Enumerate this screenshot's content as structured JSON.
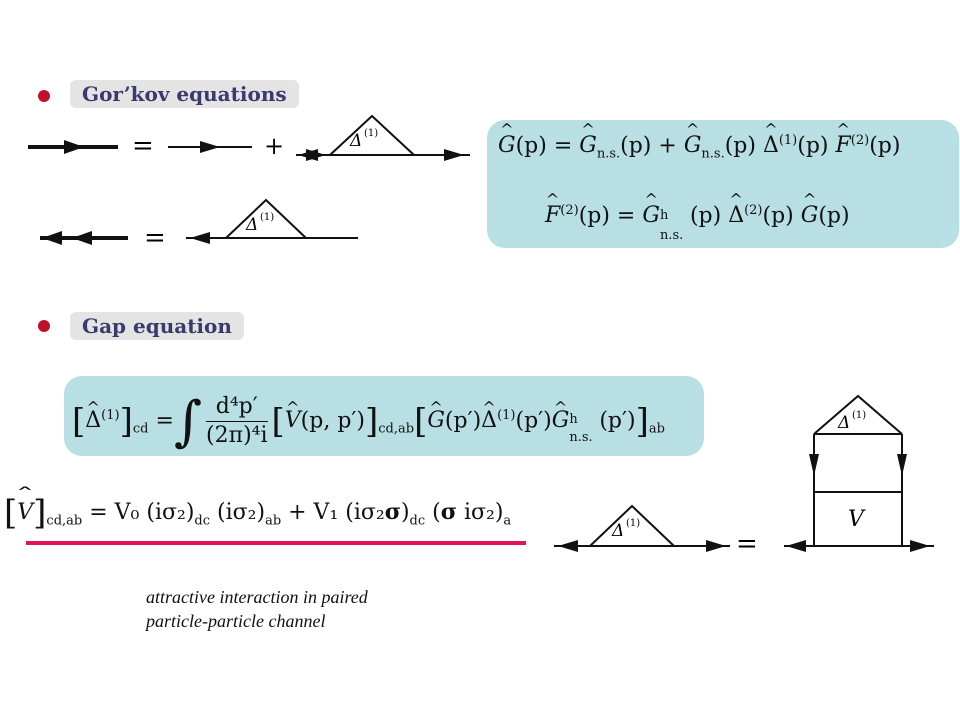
{
  "sections": {
    "gorkov": {
      "title": "Gor’kov equations"
    },
    "gap": {
      "title": "Gap equation"
    }
  },
  "gorkov_equations": {
    "eq1": {
      "G": "G",
      "p": "(p)",
      "equals": " = ",
      "Gns": "G",
      "ns_sub": "n.s.",
      "plus": " + ",
      "Delta": "Δ",
      "sup1": "(1)",
      "F": "F",
      "sup2": "(2)"
    },
    "eq2": {
      "F": "F",
      "sup2": "(2)",
      "p": "(p)",
      "equals": " = ",
      "Gh": "G",
      "h_sup": "h",
      "ns_sub": "n.s.",
      "Delta": "Δ",
      "G": "G"
    }
  },
  "gap_equation": {
    "lhs_delta": "Δ",
    "sup1": "(1)",
    "sub_cd": "cd",
    "equals": "=",
    "num": "d⁴p′",
    "den": "(2π)⁴i",
    "V": "V",
    "V_args": "(p, p′)",
    "sub_cdab": "cd,ab",
    "G_arg": "(p′)",
    "D_arg": "(p′)",
    "Gh_arg": "(p′)",
    "sub_ab": "ab",
    "h_sup": "h",
    "ns_sub": "n.s."
  },
  "interaction_equation": {
    "lhs_V": "V",
    "sub_cdab": "cd,ab",
    "text": "= V₀ (iσ₂)",
    "sub_dc": "dc",
    "mid": "(iσ₂)",
    "sub_ab": "ab",
    "plus": " + V₁ (iσ₂",
    "sigma": "σ",
    "close": ")",
    "sub_dc2": "dc",
    "tail_open": " (",
    "sigma2": "σ",
    "tail": " iσ₂)",
    "sub_a": "a"
  },
  "diagram_labels": {
    "delta1": "Δ",
    "delta_sup": "(1)",
    "eq_sign": "=",
    "plus_sign": "+",
    "V": "V"
  },
  "note": {
    "line1": "attractive interaction in paired",
    "line2": "particle-particle  channel"
  },
  "colors": {
    "panel": "#b7dfe4",
    "heading_bg": "#e4e4e4",
    "heading_text": "#3a3a6e",
    "bullet": "#c0102a",
    "rule": "#e0125c"
  }
}
